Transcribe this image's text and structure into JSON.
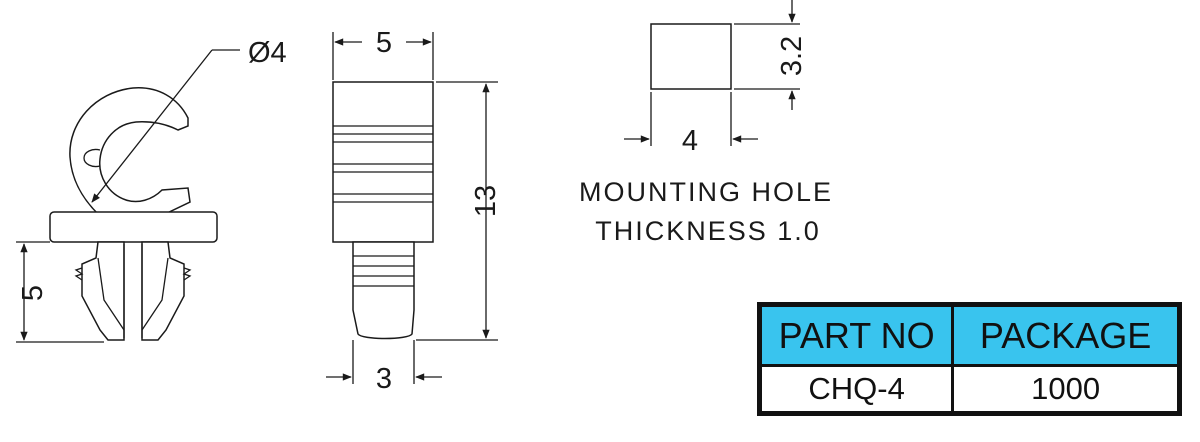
{
  "dimensions": {
    "diameter": "Ø4",
    "top_width": "5",
    "total_height": "13",
    "stem_width": "3",
    "base_height": "5",
    "hole_width": "4",
    "hole_thickness": "3.2"
  },
  "note": {
    "line1": "MOUNTING HOLE",
    "line2": "THICKNESS 1.0"
  },
  "table": {
    "headers": [
      "PART NO",
      "PACKAGE"
    ],
    "rows": [
      [
        "CHQ-4",
        "1000"
      ]
    ],
    "header_color": "#39c4ee"
  }
}
